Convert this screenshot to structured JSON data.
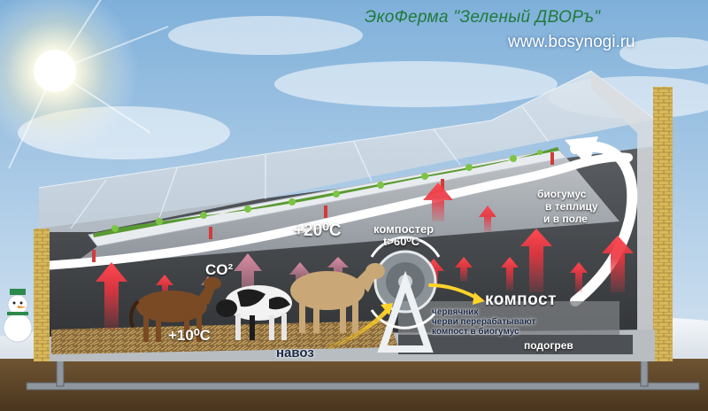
{
  "header": {
    "title": "ЭкоФерма \"Зеленый ДВОРъ\"",
    "website": "www.bosynogi.ru"
  },
  "labels": {
    "temp_upper": "+20⁰С",
    "temp_lower": "+10⁰С",
    "co2": "CO²",
    "composter_line1": "компостер",
    "composter_line2": "t>60⁰С",
    "compost": "компост",
    "wormery_line1": "червячник",
    "wormery_line2": "черви перерабатывают",
    "wormery_line3": "компост в биогумус",
    "manure": "навоз",
    "heating": "подогрев",
    "biohumus_line1": "биогумус",
    "biohumus_line2": "в теплицу",
    "biohumus_line3": "и в поле"
  },
  "colors": {
    "title_green": "#1f7a3a",
    "heat_arrow_red": "#e8343f",
    "co2_arrow_pink": "#d9809a",
    "manure_arrow_yellow": "#f5c21b",
    "brick": "#d8b85a",
    "sky": "#a9c9e4"
  },
  "icons": [
    "sun-icon",
    "snowman-icon",
    "horse-icon",
    "cow-icon",
    "composter-drum-icon"
  ]
}
